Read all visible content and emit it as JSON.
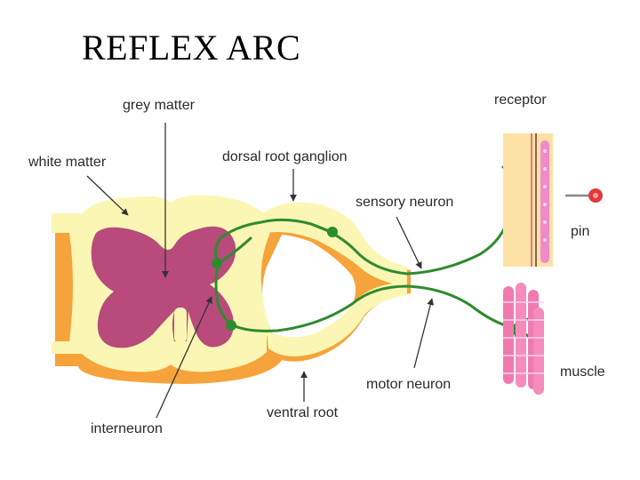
{
  "title": "REFLEX ARC",
  "labels": {
    "grey_matter": "grey matter",
    "white_matter": "white matter",
    "dorsal_root_ganglion": "dorsal root ganglion",
    "sensory_neuron": "sensory neuron",
    "receptor": "receptor",
    "pin": "pin",
    "muscle": "muscle",
    "motor_neuron": "motor neuron",
    "ventral_root": "ventral root",
    "interneuron": "interneuron"
  },
  "colors": {
    "white_matter": "#fbf6b4",
    "outline": "#f0a020",
    "grey_matter": "#b84a7c",
    "neuron": "#2e8b2e",
    "skin": "#fde2a6",
    "muscle": "#f07ab0",
    "pin": "#e03a3a"
  }
}
